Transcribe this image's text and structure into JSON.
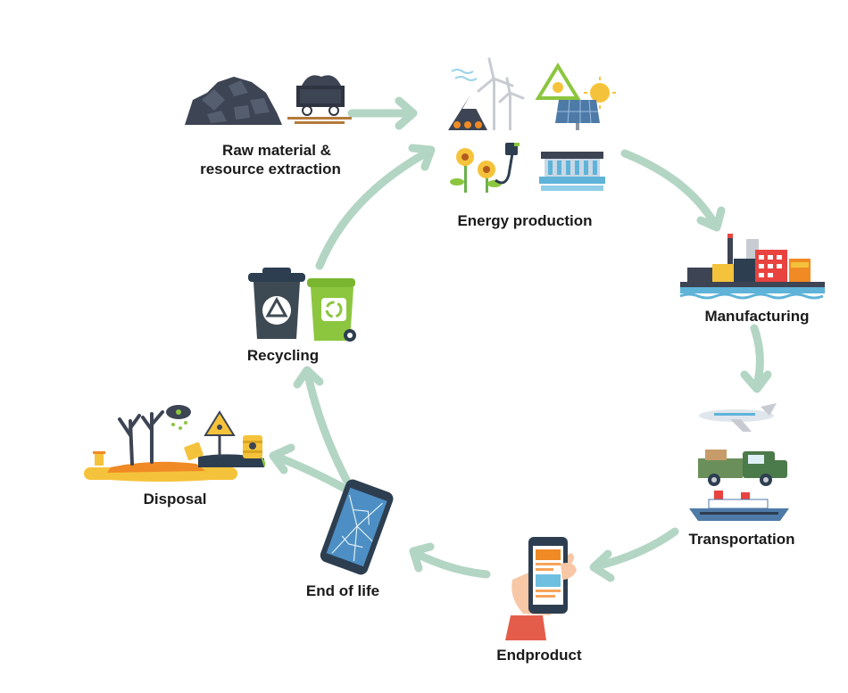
{
  "stages": [
    {
      "id": "raw",
      "label_lines": [
        "Raw material &",
        "resource extraction"
      ],
      "icon": "coal-mine-cart-icon"
    },
    {
      "id": "energy",
      "label_lines": [
        "Energy production"
      ],
      "icon": "renewable-energy-icon"
    },
    {
      "id": "manufacturing",
      "label_lines": [
        "Manufacturing"
      ],
      "icon": "factory-icon"
    },
    {
      "id": "transport",
      "label_lines": [
        "Transportation"
      ],
      "icon": "plane-truck-ship-icon"
    },
    {
      "id": "endproduct",
      "label_lines": [
        "Endproduct"
      ],
      "icon": "smartphone-in-hand-icon"
    },
    {
      "id": "endoflife",
      "label_lines": [
        "End of life"
      ],
      "icon": "broken-phone-icon"
    },
    {
      "id": "disposal",
      "label_lines": [
        "Disposal"
      ],
      "icon": "toxic-waste-icon"
    },
    {
      "id": "recycling",
      "label_lines": [
        "Recycling"
      ],
      "icon": "recycling-bins-icon"
    }
  ],
  "colors": {
    "arrow": "#b3d5c4",
    "coal": "#3d4453",
    "factory_red": "#e8433f",
    "water": "#5fb3d8",
    "bin_dark": "#3e4a53",
    "bin_green": "#8cc63f",
    "phone_dark": "#2d3e50",
    "orange": "#f08a24",
    "yellow": "#f5c33b"
  }
}
